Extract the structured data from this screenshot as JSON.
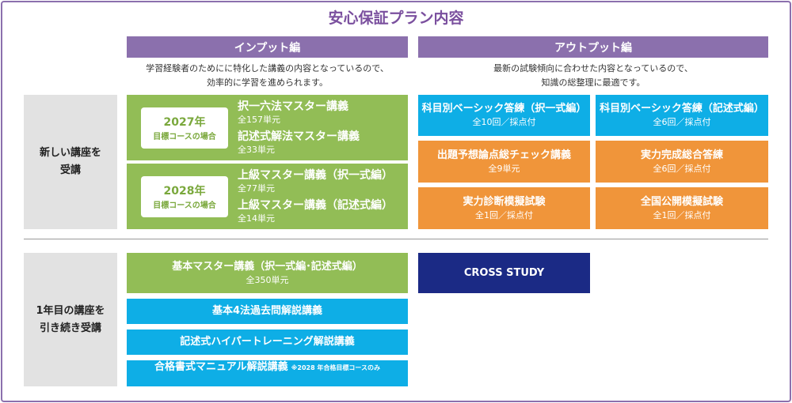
{
  "title": "安心保証プラン内容",
  "input": {
    "header": "インプット編",
    "desc": [
      "学習経験者のためにに特化した講義の内容となっているので、",
      "効率的に学習を進められます。"
    ]
  },
  "output": {
    "header": "アウトプット編",
    "desc": [
      "最新の試験傾向に合わせた内容となっているので、",
      "知識の総整理に最適です。"
    ]
  },
  "sections": [
    {
      "label": [
        "新しい講座を",
        "受講"
      ]
    },
    {
      "label": [
        "1年目の講座を",
        "引き続き受講"
      ]
    }
  ],
  "new_input": [
    {
      "year": "2027年",
      "tag": "目標コースの場合",
      "courses": [
        {
          "name": "択一六法マスター講義",
          "count": "全157単元"
        },
        {
          "name": "記述式解法マスター講義",
          "count": "全33単元"
        }
      ]
    },
    {
      "year": "2028年",
      "tag": "目標コースの場合",
      "courses": [
        {
          "name": "上級マスター講義（択一式編）",
          "count": "全77単元"
        },
        {
          "name": "上級マスター講義（記述式編）",
          "count": "全14単元"
        }
      ]
    }
  ],
  "new_output": [
    {
      "name": "科目別ベーシック答練（択一式編）",
      "count": "全10回／採点付"
    },
    {
      "name": "科目別ベーシック答練（記述式編）",
      "count": "全6回／採点付"
    },
    {
      "name": "出題予想論点総チェック講義",
      "count": "全9単元"
    },
    {
      "name": "実力完成総合答練",
      "count": "全6回／採点付"
    },
    {
      "name": "実力診断模擬試験",
      "count": "全1回／採点付"
    },
    {
      "name": "全国公開模擬試験",
      "count": "全1回／採点付"
    }
  ],
  "cont_input": [
    {
      "name": "基本マスター講義（択一式編･記述式編）",
      "count": "全350単元"
    },
    {
      "name": "基本4法過去問解説講義"
    },
    {
      "name": "記述式ハイパートレーニング解説講義"
    },
    {
      "name": "合格書式マニュアル解説講義",
      "note": "※2028 年合格目標コースのみ"
    }
  ],
  "cont_output": {
    "name": "CROSS STUDY"
  },
  "colors": {
    "green": "#92bd56",
    "blue": "#0eaee6",
    "orange": "#f0953a",
    "navy": "#1b2a85",
    "purple": "#8b70ad"
  }
}
